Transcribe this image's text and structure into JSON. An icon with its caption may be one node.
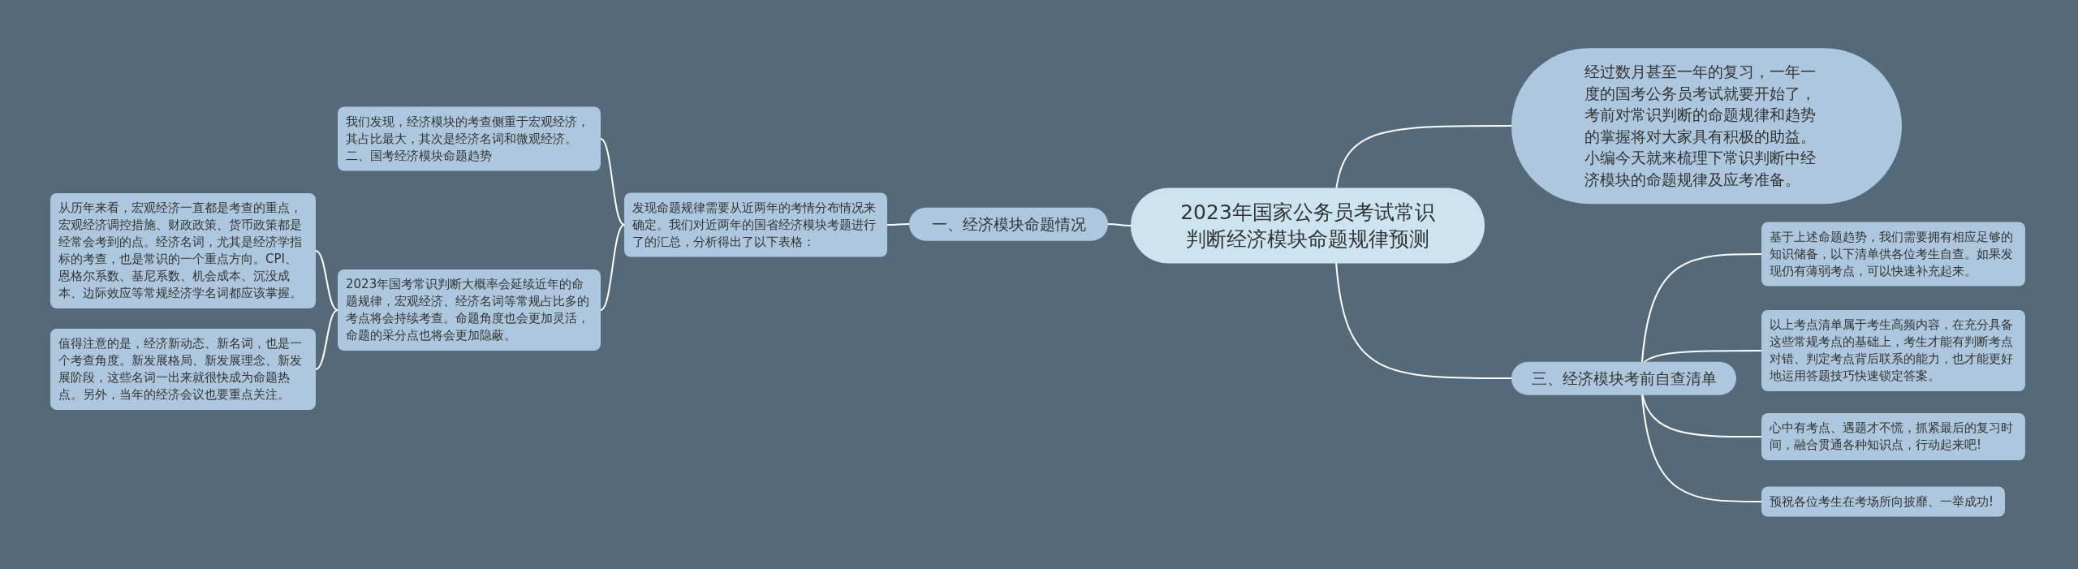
{
  "diagram": {
    "nodes": [
      {
        "text": [
          "2023年国家公务员考试常识判断经济模块命题规律预测"
        ]
      },
      {
        "text": [
          "经过数月甚至一年的复习，一年一度的国考公务员考试就要开始了，考前对常识判断的命题规律和趋势的掌握将对大家具有积极的助益。小编今天就来梳理下常识判断中经济模块的命题规律及应考准备。"
        ]
      },
      {
        "text": [
          "一、经济模块命题情况"
        ]
      },
      {
        "text": [
          "发现命题规律需要从近两年的考情分布情况来确定。我们对近两年的国省经济模块考题进行了的汇总，分析得出了以下表格："
        ]
      },
      {
        "text": [
          "我们发现，经济模块的考查侧重于宏观经济，其占比最大，其次是经济名词和微观经济。二、国考经济模块命题趋势"
        ]
      },
      {
        "text": [
          "2023年国考常识判断大概率会延续近年的命题规律，宏观经济、经济名词等常规占比多的考点将会持续考查。命题角度也会更加灵活，命题的采分点也将会更加隐蔽。"
        ]
      },
      {
        "text": [
          "从历年来看，宏观经济一直都是考查的重点，宏观经济调控措施、财政政策、货币政策都是经常会考到的点。经济名词，尤其是经济学指标的考查，也是常识的一个重点方向。CPI、恩格尔系数、基尼系数、机会成本、沉没成本、边际效应等常规经济学名词都应该掌握。"
        ]
      },
      {
        "text": [
          "值得注意的是，经济新动态、新名词，也是一个考查角度。新发展格局、新发展理念、新发展阶段，这些名词一出来就很快成为命题热点。另外，当年的经济会议也要重点关注。"
        ]
      },
      {
        "text": [
          "三、经济模块考前自查清单"
        ]
      },
      {
        "text": [
          "基于上述命题趋势，我们需要拥有相应足够的知识储备，以下清单供各位考生自查。如果发现仍有薄弱考点，可以快速补充起来。"
        ]
      },
      {
        "text": [
          "以上考点清单属于考生高频内容，在充分具备这些常规考点的基础上，考生才能有判断考点对错、判定考点背后联系的能力，也才能更好地运用答题技巧快速锁定答案。"
        ]
      },
      {
        "text": [
          "心中有考点、遇题才不慌，抓紧最后的复习时间，融合贯通各种知识点，行动起来吧!"
        ]
      },
      {
        "text": [
          "预祝各位考生在考场所向披靡、一举成功!"
        ]
      }
    ],
    "edges": [
      {
        "from": 0,
        "to": 1,
        "arrow": "none"
      },
      {
        "from": 0,
        "to": 2,
        "arrow": "none"
      },
      {
        "from": 2,
        "to": 3,
        "arrow": "none"
      },
      {
        "from": 3,
        "to": 4,
        "arrow": "none"
      },
      {
        "from": 3,
        "to": 5,
        "arrow": "none"
      },
      {
        "from": 5,
        "to": 6,
        "arrow": "none"
      },
      {
        "from": 5,
        "to": 7,
        "arrow": "none"
      },
      {
        "from": 0,
        "to": 8,
        "arrow": "none"
      },
      {
        "from": 8,
        "to": 9,
        "arrow": "none"
      },
      {
        "from": 8,
        "to": 10,
        "arrow": "none"
      },
      {
        "from": 8,
        "to": 11,
        "arrow": "none"
      },
      {
        "from": 8,
        "to": 12,
        "arrow": "none"
      }
    ]
  }
}
